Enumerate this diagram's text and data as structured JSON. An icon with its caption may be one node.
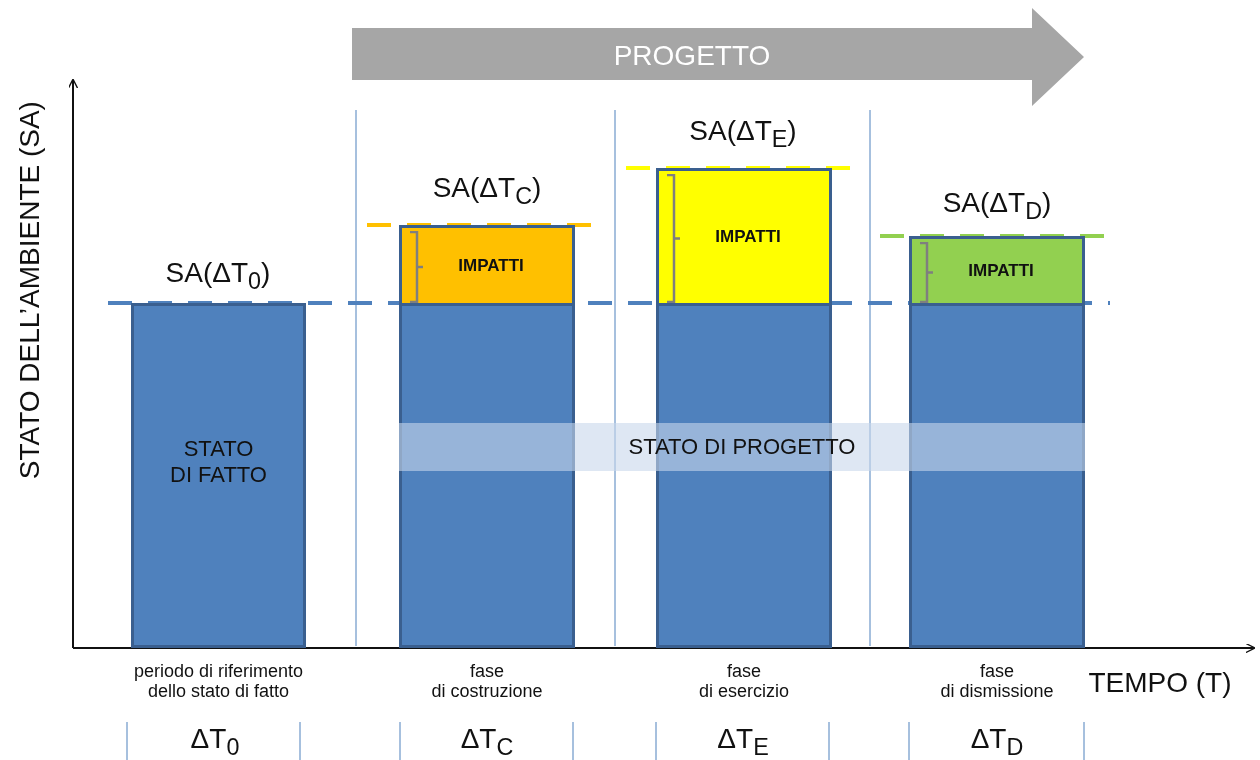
{
  "diagram": {
    "nodes": [
      {
        "text": [
          "PROGETTO"
        ]
      },
      {
        "text": [
          "STATO DI FATTO"
        ],
        "beside": [
          "periodo di riferimento dello stato di fatto"
        ]
      },
      {
        "text": [],
        "shape": "box",
        "beside": [
          "fase di costruzione"
        ]
      },
      {
        "text": [
          "IMPATTI"
        ]
      },
      {
        "text": [],
        "shape": "box",
        "beside": [
          "fase di esercizio"
        ]
      },
      {
        "text": [
          "IMPATTI"
        ]
      },
      {
        "text": [],
        "shape": "box",
        "beside": [
          "fase di dismissione"
        ]
      },
      {
        "text": [
          "IMPATTI"
        ]
      },
      {
        "text": [
          "STATO DI PROGETTO"
        ]
      }
    ],
    "edges": [],
    "labels": [
      "STATO DELL’AMBIENTE (SA)",
      "SA(ΔT$_{0}$)",
      "SA(ΔT$_{C}$)",
      "SA(ΔT$_{E}$)",
      "SA(ΔT$_{D}$)",
      "TEMPO (T)",
      "ΔT$_{0}$",
      "ΔT$_{C}$",
      "ΔT$_{E}$",
      "ΔT$_{D}$"
    ]
  }
}
